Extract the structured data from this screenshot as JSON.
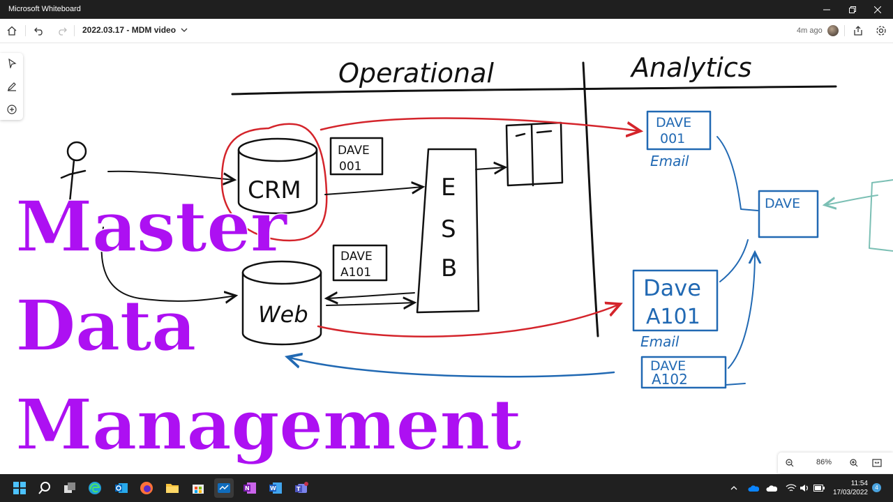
{
  "window": {
    "app_title": "Microsoft Whiteboard",
    "minimize_icon": "minimize-icon",
    "maximize_icon": "restore-icon",
    "close_icon": "close-icon"
  },
  "toolbar": {
    "doc_title": "2022.03.17 - MDM video",
    "sync_status": "4m ago",
    "icons": [
      "home-icon",
      "undo-icon",
      "redo-icon",
      "chevron-down-icon",
      "share-icon",
      "settings-icon"
    ]
  },
  "side_tools": [
    "select-icon",
    "pen-icon",
    "add-icon"
  ],
  "whiteboard": {
    "headers": {
      "operational": "Operational",
      "analytics": "Analytics"
    },
    "crm": {
      "label": "CRM",
      "record": [
        "DAVE",
        "001"
      ]
    },
    "web": {
      "label": "Web",
      "record": [
        "DAVE",
        "A101"
      ]
    },
    "esb": [
      "E",
      "S",
      "B"
    ],
    "analytics_records": {
      "dave_001": [
        "DAVE",
        "001"
      ],
      "dave_001_note": "Email",
      "dave_a101": [
        "Dave",
        "A101"
      ],
      "dave_a101_note": "Email",
      "dave_a102": [
        "DAVE",
        "A102"
      ],
      "master": "DAVE"
    },
    "colors": {
      "ink": "#111111",
      "red": "#d4242b",
      "blue": "#2169b3",
      "teal": "#7bbfb4"
    }
  },
  "overlay": {
    "lines": [
      "Master",
      "Data",
      "Management"
    ],
    "color": "#ad10f2"
  },
  "zoom": {
    "level": "86%",
    "icons": [
      "zoom-out-icon",
      "zoom-in-icon",
      "fit-to-screen-icon"
    ]
  },
  "taskbar": {
    "apps": [
      "windows-start-icon",
      "search-icon",
      "task-view-icon",
      "edge-icon",
      "outlook-icon",
      "firefox-icon",
      "file-explorer-icon",
      "store-icon",
      "whiteboard-icon",
      "onenote-icon",
      "word-icon",
      "teams-icon"
    ],
    "tray": [
      "chevron-up-icon",
      "onedrive-icon",
      "cloud-icon",
      "wifi-icon",
      "volume-icon",
      "battery-icon"
    ],
    "time": "11:54",
    "date": "17/03/2022",
    "notification_count": "4"
  }
}
